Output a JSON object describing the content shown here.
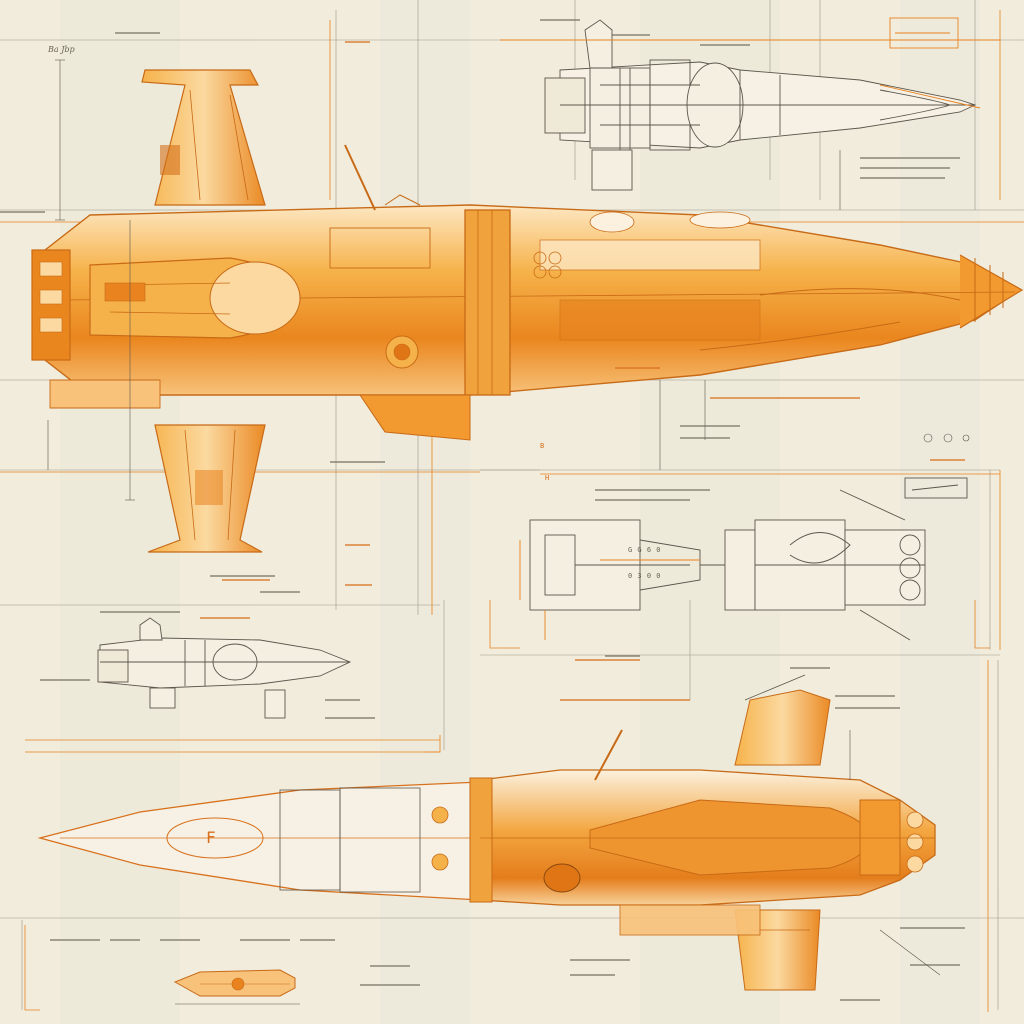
{
  "palette": {
    "paper": "#f1ecdc",
    "paper_wash": "#e6ead9",
    "ink": "#5c564c",
    "orange": "#e8831f",
    "orange_light": "#f6b24a",
    "orange_pale": "#fbdcaa",
    "orange_dim": "#d9701a"
  },
  "labels": {
    "corner_tl": "Ba Jbp",
    "ref_f": "F",
    "ref_b": "B",
    "ref_h": "H",
    "series_row": "G G 6 0",
    "series_row2": "0 3 0 0",
    "nose_mark": "F"
  }
}
